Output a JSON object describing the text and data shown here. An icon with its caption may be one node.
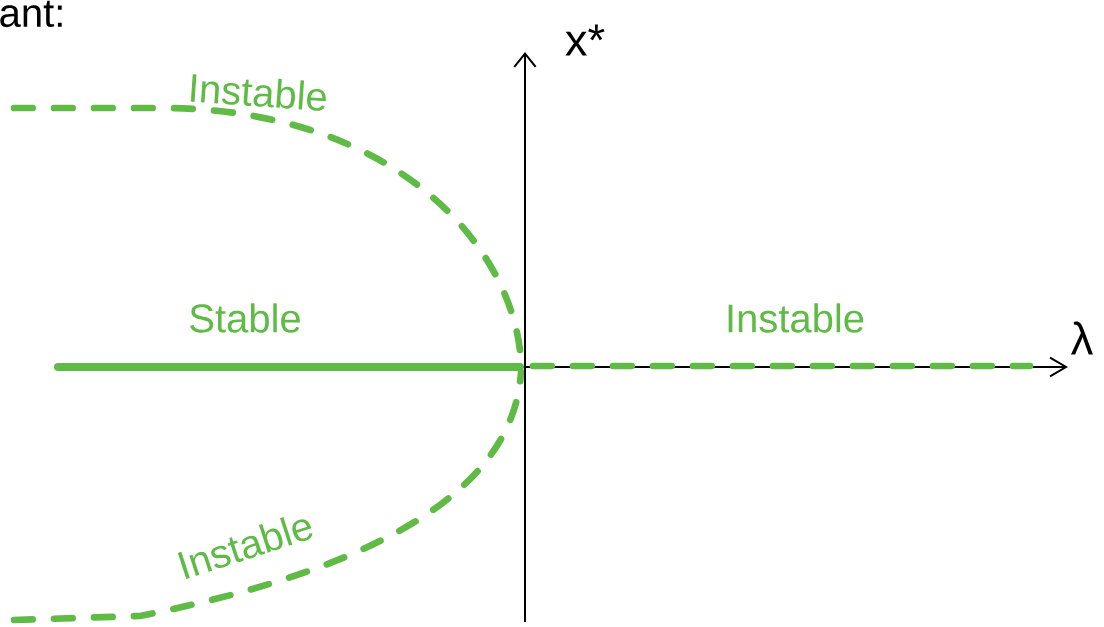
{
  "diagram": {
    "labels": [
      "ant:",
      "x*",
      "λ",
      "Instable",
      "Stable",
      "Instable",
      "Instable"
    ]
  }
}
